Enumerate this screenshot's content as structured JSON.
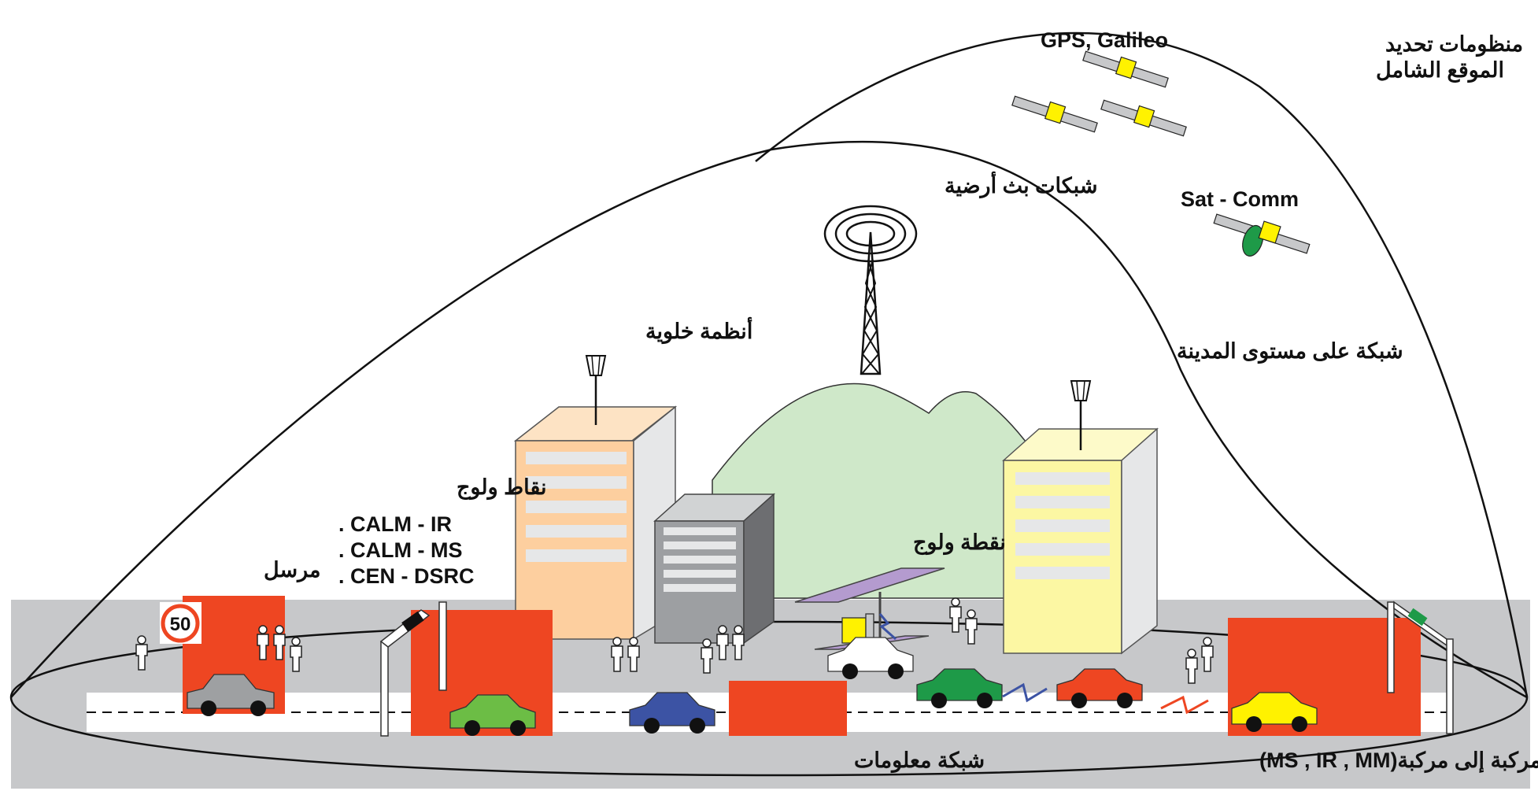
{
  "labels": {
    "global_positioning": [
      "منظومات تحديد",
      "الموقع الشامل"
    ],
    "gps_galileo": "GPS, Galileo",
    "sat_comm": "Sat - Comm",
    "terrestrial_broadcast": "شبكات بث أرضية",
    "cellular_systems": "أنظمة خلوية",
    "city_network": "شبكة على مستوى المدينة",
    "access_points": "نقاط ولوج",
    "calm_list": [
      ". CALM - IR",
      ". CALM - MS",
      ". CEN - DSRC"
    ],
    "transmitter": "مرسل",
    "access_point": "نقطة ولوج",
    "info_network": "شبكة معلومات",
    "vehicle_to_vehicle": "مركبة إلى مركبة(MS , IR , MM)",
    "speed_limit": "50"
  },
  "colors": {
    "orange_red": "#ee4622",
    "ground": "#c7c8ca",
    "hill": "#cfe8c9",
    "peach_building": "#fdcf9f",
    "yellow_building": "#fcf7a3",
    "gray_building": "#9d9fa2",
    "platform": "#b49bcf",
    "car_gray": "#9ea0a2",
    "car_green_light": "#6cbd45",
    "car_blue": "#3c53a4",
    "car_white": "#ffffff",
    "car_green_dark": "#1e9a48",
    "car_red": "#ee4622",
    "car_yellow": "#fff200"
  }
}
